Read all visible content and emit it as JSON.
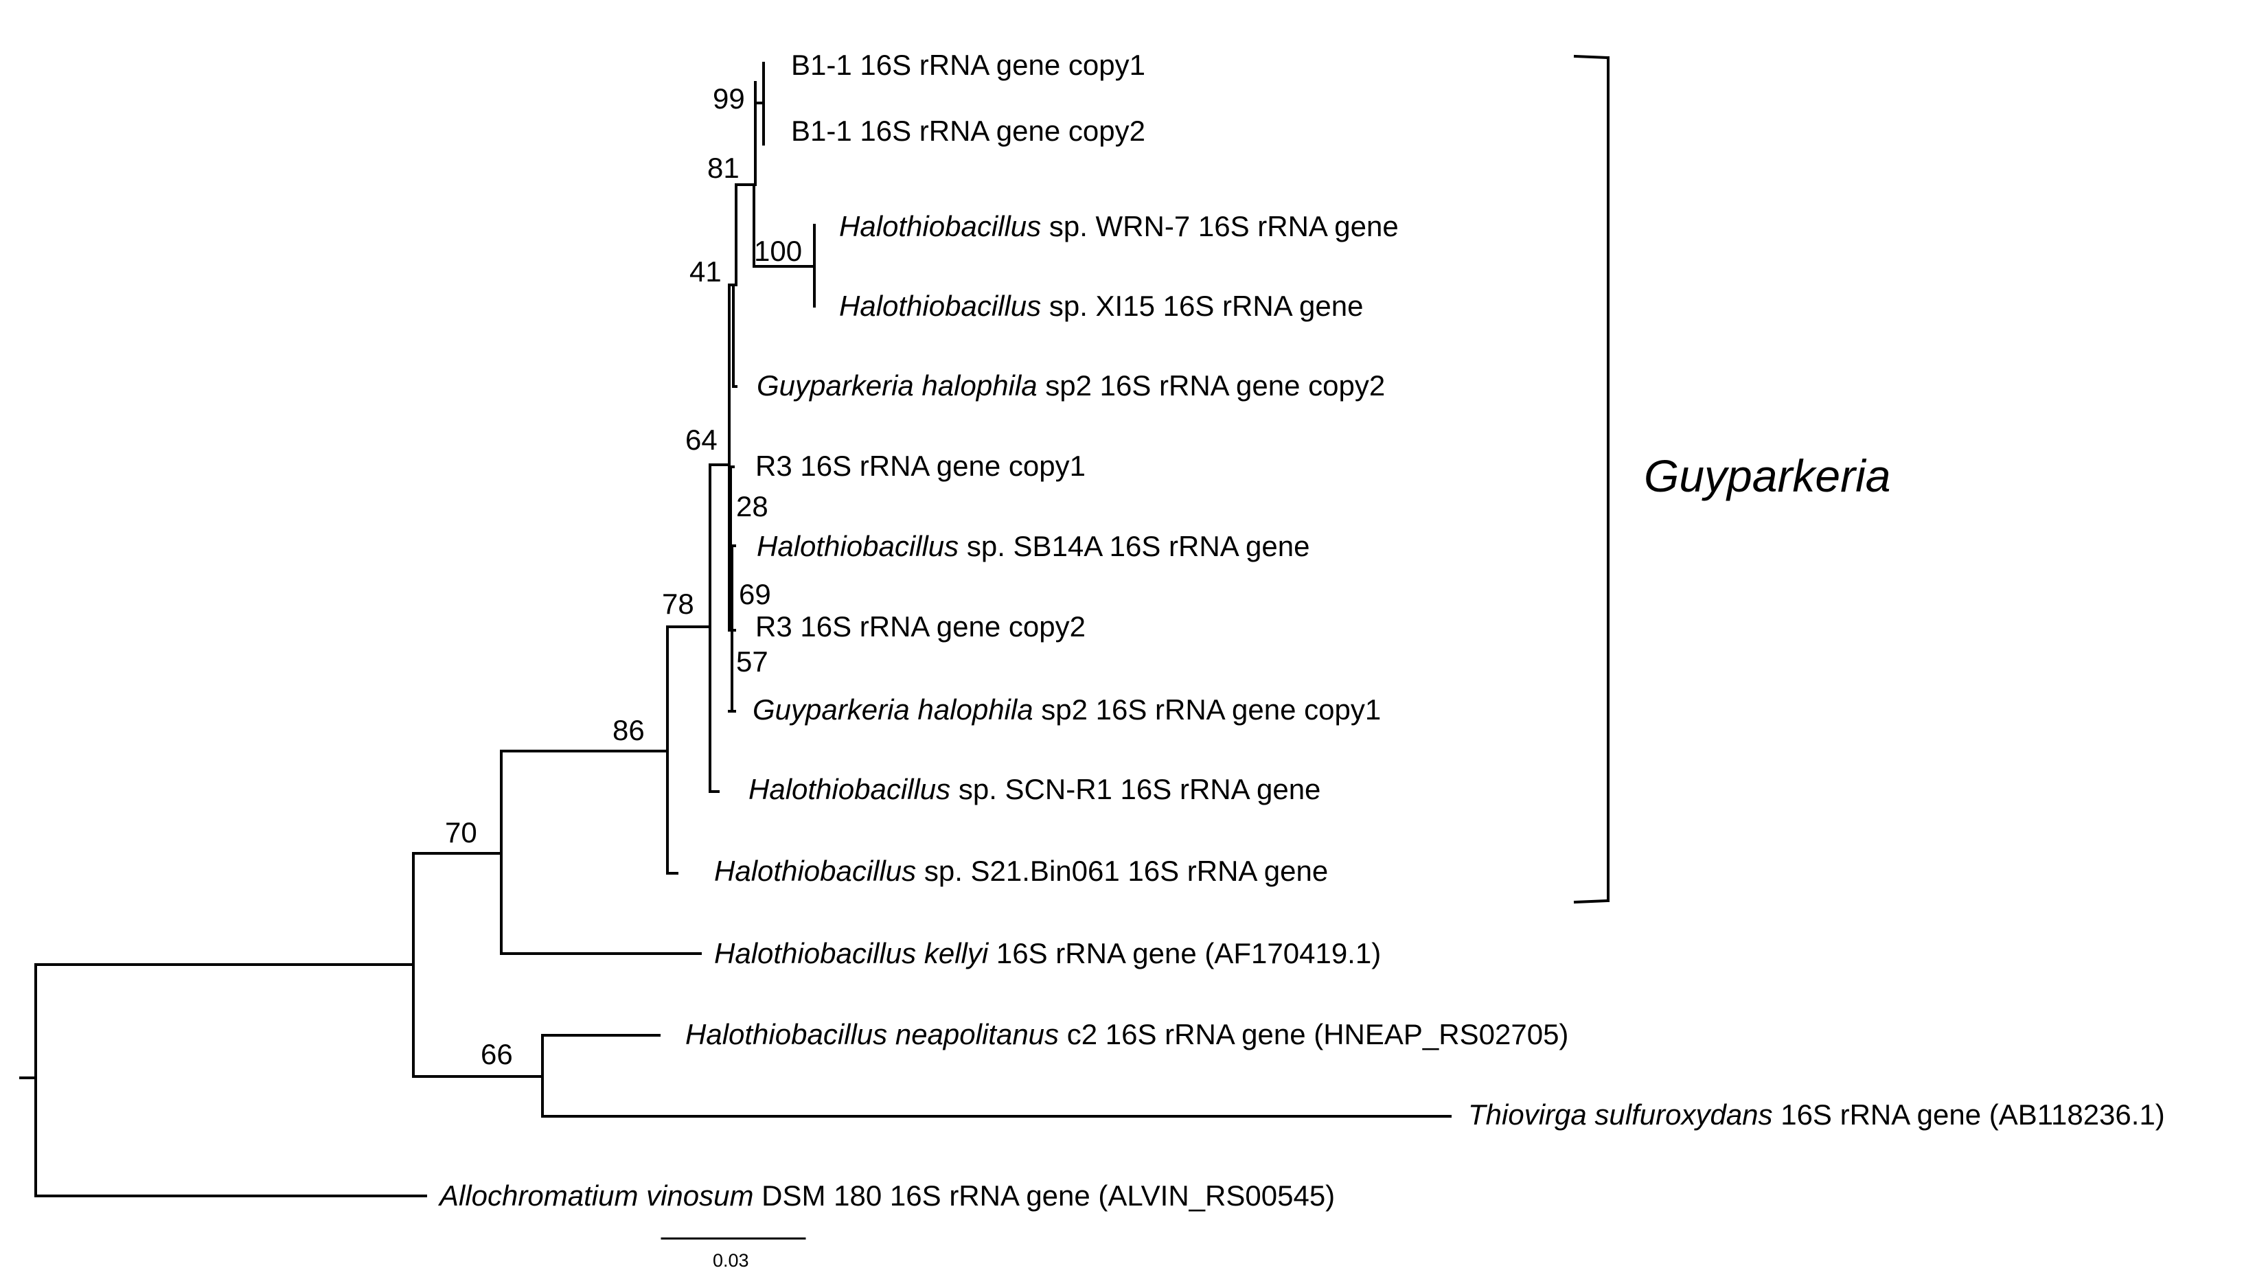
{
  "colors": {
    "ink": "#000000",
    "background": "#ffffff"
  },
  "leaves": [
    {
      "id": "b11c1",
      "italic": "",
      "plain": "B1-1 16S rRNA gene copy1"
    },
    {
      "id": "b11c2",
      "italic": "",
      "plain": "B1-1 16S rRNA gene copy2"
    },
    {
      "id": "wrn7",
      "italic": "Halothiobacillus",
      "plain": " sp. WRN-7 16S rRNA gene"
    },
    {
      "id": "xi15",
      "italic": "Halothiobacillus",
      "plain": " sp. XI15 16S rRNA gene"
    },
    {
      "id": "ghc2",
      "italic": "Guyparkeria halophila",
      "plain": " sp2 16S rRNA gene copy2"
    },
    {
      "id": "r3c1",
      "italic": "",
      "plain": "R3 16S rRNA gene copy1"
    },
    {
      "id": "sb14a",
      "italic": "Halothiobacillus",
      "plain": " sp. SB14A 16S rRNA gene"
    },
    {
      "id": "r3c2",
      "italic": "",
      "plain": "R3 16S rRNA gene copy2"
    },
    {
      "id": "ghc1",
      "italic": "Guyparkeria halophila",
      "plain": " sp2 16S rRNA gene copy1"
    },
    {
      "id": "scnr1",
      "italic": "Halothiobacillus",
      "plain": " sp. SCN-R1 16S rRNA gene"
    },
    {
      "id": "s21",
      "italic": "Halothiobacillus",
      "plain": " sp. S21.Bin061 16S rRNA gene"
    },
    {
      "id": "kellyi",
      "italic": "Halothiobacillus kellyi",
      "plain": " 16S rRNA gene (AF170419.1)"
    },
    {
      "id": "neap",
      "italic": "Halothiobacillus neapolitanus",
      "plain": " c2 16S rRNA gene (HNEAP_RS02705)"
    },
    {
      "id": "thio",
      "italic": "Thiovirga sulfuroxydans",
      "plain": " 16S rRNA gene (AB118236.1)"
    },
    {
      "id": "allo",
      "italic": "Allochromatium vinosum",
      "plain": " DSM 180 16S rRNA gene (ALVIN_RS00545)"
    }
  ],
  "bootstrap": [
    "99",
    "81",
    "100",
    "41",
    "64",
    "28",
    "69",
    "57",
    "78",
    "86",
    "70",
    "66"
  ],
  "clade_label": "Guyparkeria",
  "scale_bar": {
    "label": "0.03"
  }
}
